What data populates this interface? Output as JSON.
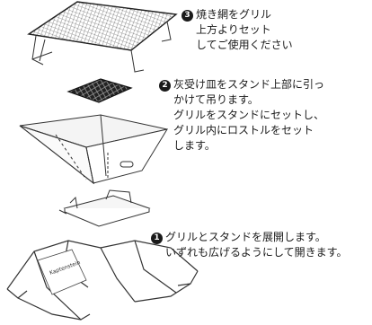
{
  "steps": [
    {
      "number": "1",
      "lines": [
        "グリルとスタンドを展開します。",
        "いずれも広げるようにして開きます。"
      ]
    },
    {
      "number": "2",
      "lines": [
        "灰受け皿をスタンド上部に引っ",
        "かけて吊ります。",
        "グリルをスタンドにセットし、",
        "グリル内にロストルをセット",
        "します。"
      ]
    },
    {
      "number": "3",
      "lines": [
        "焼き網をグリル",
        "上方よりセット",
        "してご使用ください"
      ]
    }
  ],
  "logo_text": "Kaptenstein"
}
